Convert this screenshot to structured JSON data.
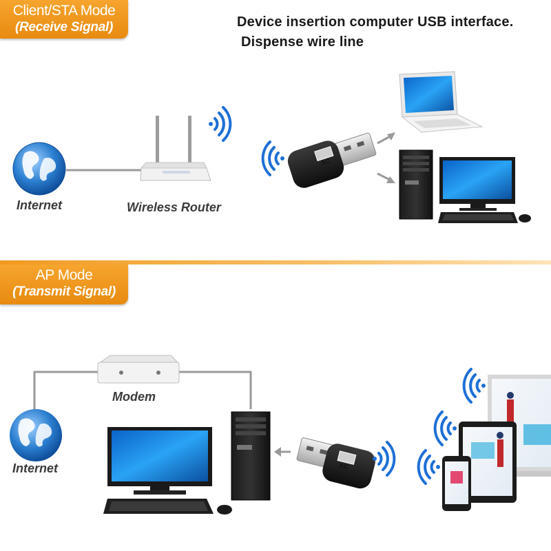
{
  "client_mode": {
    "title": "Client/STA Mode",
    "subtitle": "(Receive Signal)",
    "caption_line1": "Device insertion computer USB interface.",
    "caption_line2": "Dispense wire line",
    "labels": {
      "internet": "Internet",
      "router": "Wireless Router"
    },
    "adapter_text": "AC"
  },
  "ap_mode": {
    "title": "AP Mode",
    "subtitle": "(Transmit Signal)",
    "labels": {
      "modem": "Modem",
      "internet": "Internet"
    },
    "adapter_text": "AC"
  },
  "colors": {
    "badge": "#ee9418",
    "divider": "#f29a1f",
    "wifi": "#1d6fd6",
    "globe": "#2c7fd0",
    "cable": "#9a9a9a"
  },
  "icons": [
    "globe-icon",
    "router-icon",
    "wifi-icon",
    "usb-adapter-icon",
    "laptop-icon",
    "desktop-tower-icon",
    "monitor-icon",
    "keyboard-icon",
    "mouse-icon",
    "modem-icon",
    "tablet-icon",
    "smartphone-icon",
    "arrow-icon"
  ]
}
